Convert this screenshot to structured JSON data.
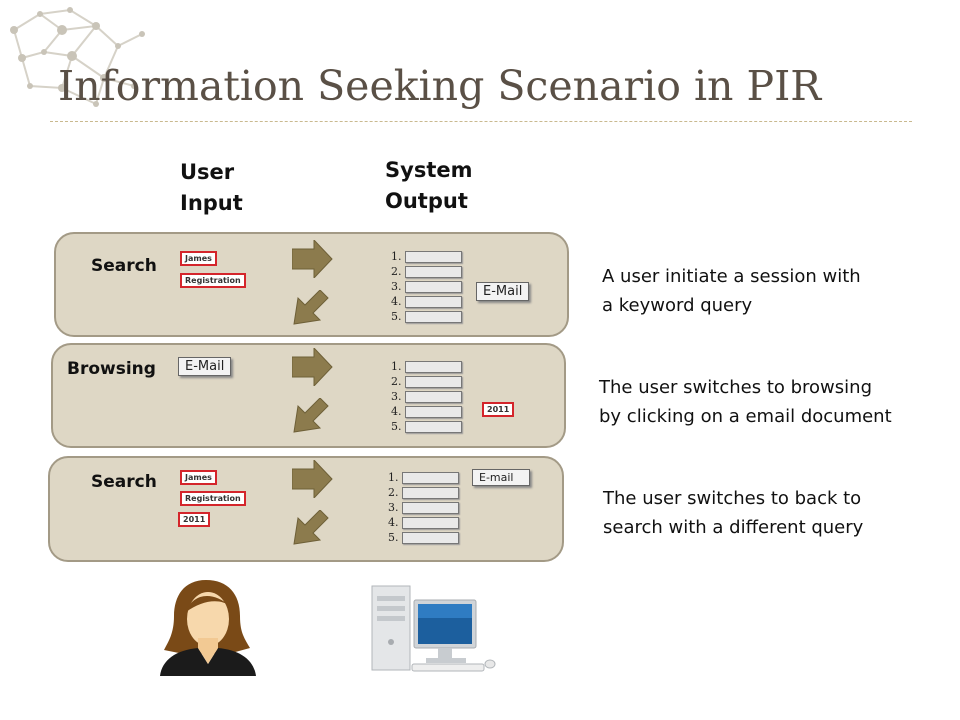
{
  "slide": {
    "title": "Information Seeking Scenario in PIR"
  },
  "columns": {
    "user_input": "User\nInput",
    "system_output": "System\nOutput"
  },
  "rows": [
    {
      "label": "Search",
      "inputs": [
        "James",
        "Registration"
      ],
      "results": [
        "1.",
        "2.",
        "3.",
        "4.",
        "5."
      ],
      "output_tag": "E-Mail",
      "description": "A user initiate a session with\na keyword query"
    },
    {
      "label": "Browsing",
      "inputs": [
        "E-Mail"
      ],
      "results": [
        "1.",
        "2.",
        "3.",
        "4.",
        "5."
      ],
      "output_tag": "2011",
      "description": "The user switches to browsing\nby clicking on a email document"
    },
    {
      "label": "Search",
      "inputs": [
        "James",
        "Registration",
        "2011"
      ],
      "results": [
        "1.",
        "2.",
        "3.",
        "4.",
        "5."
      ],
      "output_tag": "E-mail",
      "description": "The user switches to back to\nsearch with a different query"
    }
  ],
  "icons": {
    "user": "user-avatar-icon",
    "computer": "computer-icon",
    "arrow_right": "right-arrow-icon",
    "arrow_down_left": "down-left-arrow-icon"
  },
  "colors": {
    "panel": "#ded7c5",
    "panel_border": "#a39a86",
    "arrow": "#8c7b4d",
    "tag_border": "#d4252b",
    "title": "#5a5046"
  }
}
